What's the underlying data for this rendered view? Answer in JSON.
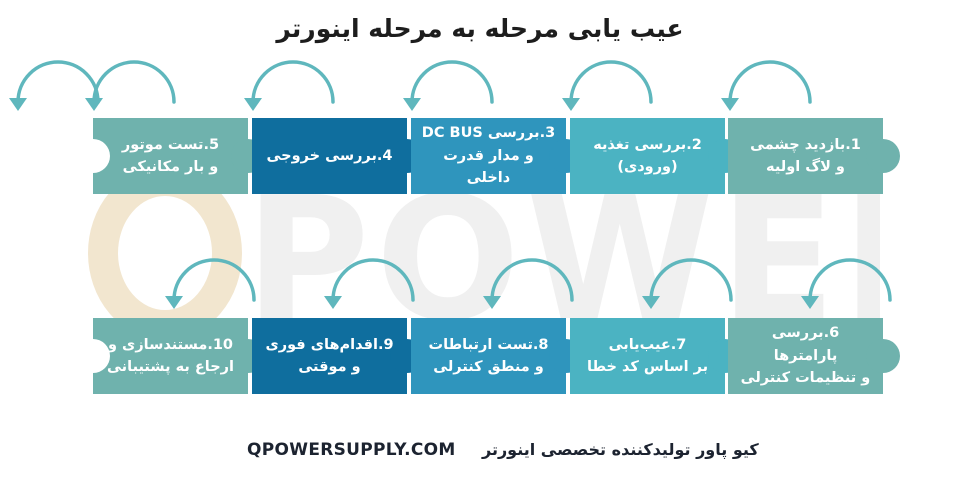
{
  "title": "عیب یابی مرحله به مرحله اینورتر",
  "watermark": "QPOWER",
  "colors": {
    "teal_light": "#6fb2ad",
    "teal": "#4bb3c2",
    "blue_mid": "#2f95bd",
    "blue_dark": "#0f6e9e",
    "arrow": "#5fb7bd",
    "watermark": "#f2e6cf"
  },
  "steps_row1": [
    {
      "label": "1.بازدید چشمی\nو لاگ اولیه",
      "color": "#6fb2ad"
    },
    {
      "label": "2.بررسی تغذیه\n(ورودی)",
      "color": "#4bb3c2"
    },
    {
      "label": "3.بررسی DC BUS\nو مدار قدرت داخلی",
      "color": "#2f95bd"
    },
    {
      "label": "4.بررسی خروجی",
      "color": "#0f6e9e"
    },
    {
      "label": "5.تست موتور\nو بار مکانیکی",
      "color": "#6fb2ad"
    }
  ],
  "steps_row2": [
    {
      "label": "6.بررسی پارامترها\nو تنظیمات کنترلی",
      "color": "#6fb2ad"
    },
    {
      "label": "7.عیب‌یابی\nبر اساس کد خطا",
      "color": "#4bb3c2"
    },
    {
      "label": "8.تست ارتباطات\nو منطق کنترلی",
      "color": "#2f95bd"
    },
    {
      "label": "9.اقدام‌های فوری\nو موقتی",
      "color": "#0f6e9e"
    },
    {
      "label": "10.مستندسازی و\nارجاع به پشتیبانی",
      "color": "#6fb2ad"
    }
  ],
  "footer": {
    "url": "QPOWERSUPPLY.COM",
    "brand": "کیو پاور تولیدکننده تخصصی اینورتر"
  }
}
